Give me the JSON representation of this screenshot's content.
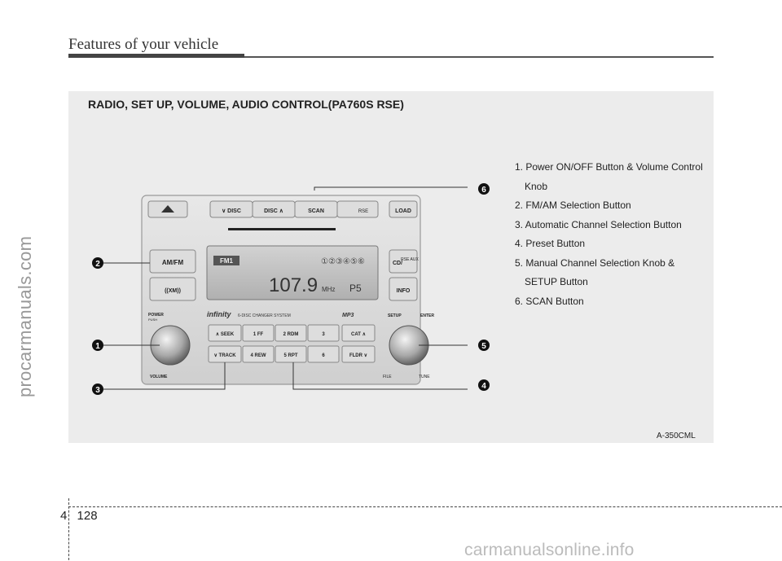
{
  "header": {
    "title": "Features of your vehicle"
  },
  "watermark": "procarmanuals.com",
  "figure": {
    "title": "RADIO, SET UP, VOLUME, AUDIO CONTROL(PA760S RSE)",
    "code": "A-350CML",
    "legend": [
      {
        "line1": "1. Power ON/OFF Button & Volume Control",
        "line2": "Knob"
      },
      {
        "line1": "2. FM/AM Selection Button"
      },
      {
        "line1": "3. Automatic Channel Selection Button"
      },
      {
        "line1": "4. Preset Button"
      },
      {
        "line1": "5. Manual Channel Selection Knob &",
        "line2": "SETUP Button"
      },
      {
        "line1": "6. SCAN Button"
      }
    ],
    "callouts": [
      "1",
      "2",
      "3",
      "4",
      "5",
      "6"
    ],
    "radio": {
      "top_buttons": {
        "disc_down": "∨ DISC",
        "disc_up": "DISC ∧",
        "scan": "SCAN",
        "rse": "RSE",
        "load": "LOAD"
      },
      "left_buttons": {
        "amfm": "AM/FM",
        "xm": "((XM))"
      },
      "right_buttons": {
        "cd": "CD/",
        "rse_aux": "RSE AUX",
        "info": "INFO"
      },
      "display": {
        "band": "FM1",
        "presets": "①②③④⑤⑥",
        "frequency": "107.9",
        "unit": "MHz",
        "preset": "P5"
      },
      "labels": {
        "power": "POWER",
        "push": "PUSH",
        "volume": "VOLUME",
        "brand": "infinity",
        "changer": "6-DISC CHANGER SYSTEM",
        "mp3": "MP3",
        "setup": "SETUP",
        "enter": "ENTER",
        "file": "FILE",
        "tune": "TUNE"
      },
      "keys": {
        "seek": "∧ SEEK",
        "track": "∨ TRACK",
        "k1": "1 FF",
        "k2": "2 RDM",
        "k3": "3",
        "k4": "4 REW",
        "k5": "5 RPT",
        "k6": "6",
        "cat": "CAT ∧",
        "fldr": "FLDR ∨"
      }
    }
  },
  "page": {
    "section": "4",
    "number": "128"
  },
  "footer_watermark": "carmanualsonline.info"
}
